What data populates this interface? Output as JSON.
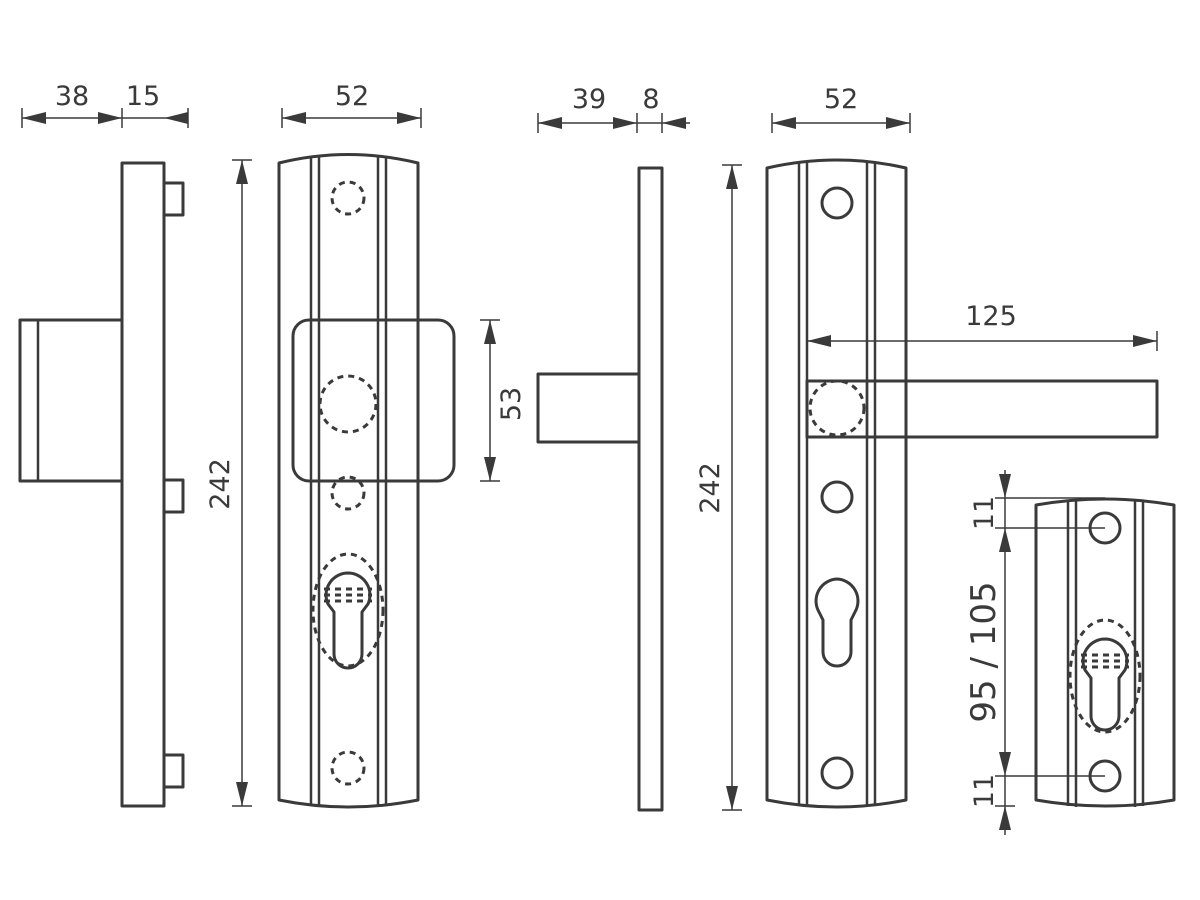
{
  "dimensions": {
    "v1_depth_handle": "38",
    "v1_depth_plate": "15",
    "v1_width": "52",
    "v1_height": "242",
    "v1_handle_height": "53",
    "v2_depth_handle": "39",
    "v2_depth_plate": "8",
    "v2_width": "52",
    "v2_height": "242",
    "v2_lever_length": "125",
    "v3_top": "11",
    "v3_spacing": "95 / 105",
    "v3_bottom": "11"
  },
  "colors": {
    "line": "#3a3a3a",
    "background": "#ffffff"
  }
}
